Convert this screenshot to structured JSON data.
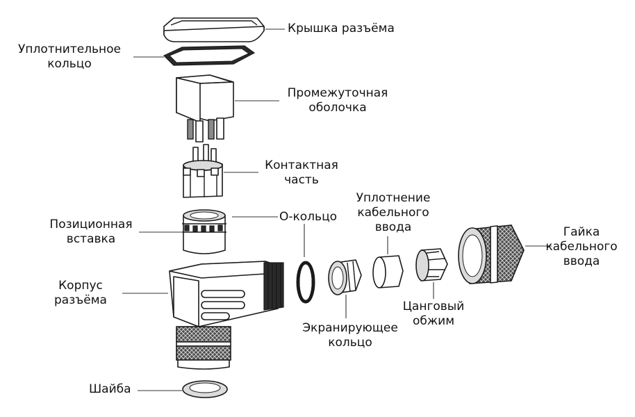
{
  "labels": {
    "cover": "Крышка разъёма",
    "seal_ring": [
      "Уплотнительное",
      "кольцо"
    ],
    "intermediate_shell": [
      "Промежуточная",
      "оболочка"
    ],
    "contact_part": [
      "Контактная",
      "часть"
    ],
    "o_ring": "О-кольцо",
    "positioning_insert": [
      "Позиционная",
      "вставка"
    ],
    "cable_seal": [
      "Уплотнение",
      "кабельного",
      "ввода"
    ],
    "cable_nut": [
      "Гайка",
      "кабельного",
      "ввода"
    ],
    "housing": [
      "Корпус",
      "разъёма"
    ],
    "collet": [
      "Цанговый",
      "обжим"
    ],
    "shield_ring": [
      "Экранирующее",
      "кольцо"
    ],
    "washer": "Шайба"
  }
}
